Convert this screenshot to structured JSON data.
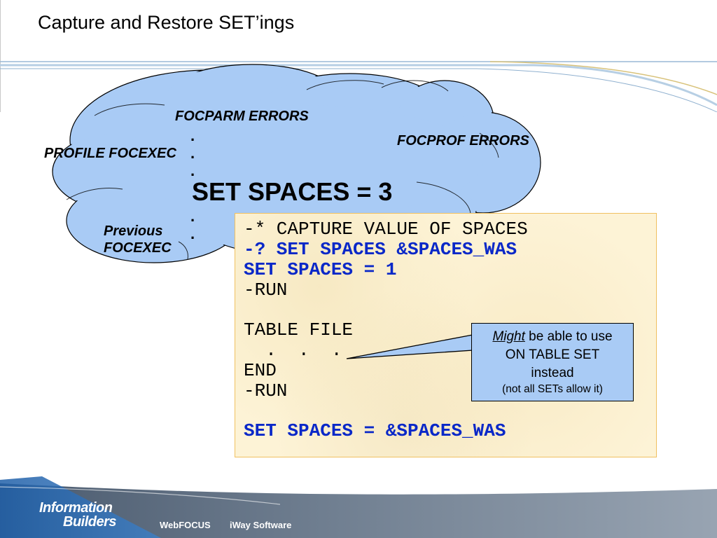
{
  "slide": {
    "title": "Capture and Restore SET’ings"
  },
  "cloud": {
    "fcoparm": "FOCPARM ERRORS",
    "focprof": "FOCPROF ERRORS",
    "profile": "PROFILE FOCEXEC",
    "previous_line1": "Previous",
    "previous_line2": "FOCEXEC",
    "dot": ".",
    "set_spaces": "SET SPACES = 3",
    "fill_color": "#a9cbf5"
  },
  "code": {
    "lines": [
      "-* CAPTURE VALUE OF SPACES",
      "-? SET SPACES &SPACES_WAS",
      "SET SPACES = 1",
      "-RUN",
      "TABLE FILE",
      "  .  .  .",
      "END",
      "-RUN",
      "SET SPACES = &SPACES_WAS"
    ],
    "highlight_color": "#0a28c8"
  },
  "callout": {
    "might": "Might",
    "rest": " be able to use",
    "line2": "ON TABLE SET",
    "line3": "instead",
    "line4": "(not all SETs allow it)"
  },
  "footer": {
    "logo_line1": "Information",
    "logo_line2": "Builders",
    "link1": "WebFOCUS",
    "link2": "iWay Software"
  }
}
